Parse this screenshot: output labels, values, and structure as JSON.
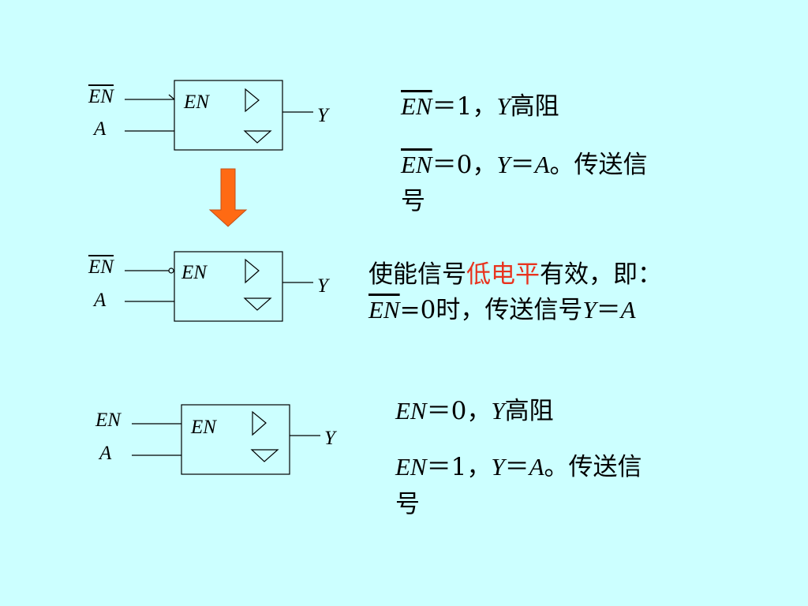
{
  "colors": {
    "background": "#ccffff",
    "arrow": "#ff6a13",
    "highlight": "#e8331e"
  },
  "labels": {
    "en": "EN",
    "a": "A",
    "y": "Y"
  },
  "block1": {
    "line1": {
      "eq": "＝1，",
      "y": "Y",
      "state": "高阻"
    },
    "line2": {
      "eq": "＝0，",
      "y": "Y",
      "eq2": "＝",
      "a": "A",
      "rest": "。传送信",
      "wrap": "号"
    }
  },
  "block2": {
    "line1": {
      "pre": "使能信号",
      "hl": "低电平",
      "post": "有效，即："
    },
    "line2": {
      "eq": "=0时，传送信号",
      "y": "Y",
      "eq2": "＝",
      "a": "A"
    }
  },
  "block3": {
    "line1": {
      "eq": "＝0，",
      "y": "Y",
      "state": "高阻"
    },
    "line2": {
      "eq": "＝1，",
      "y": "Y",
      "eq2": "＝",
      "a": "A",
      "rest": "。传送信",
      "wrap": "号"
    }
  }
}
